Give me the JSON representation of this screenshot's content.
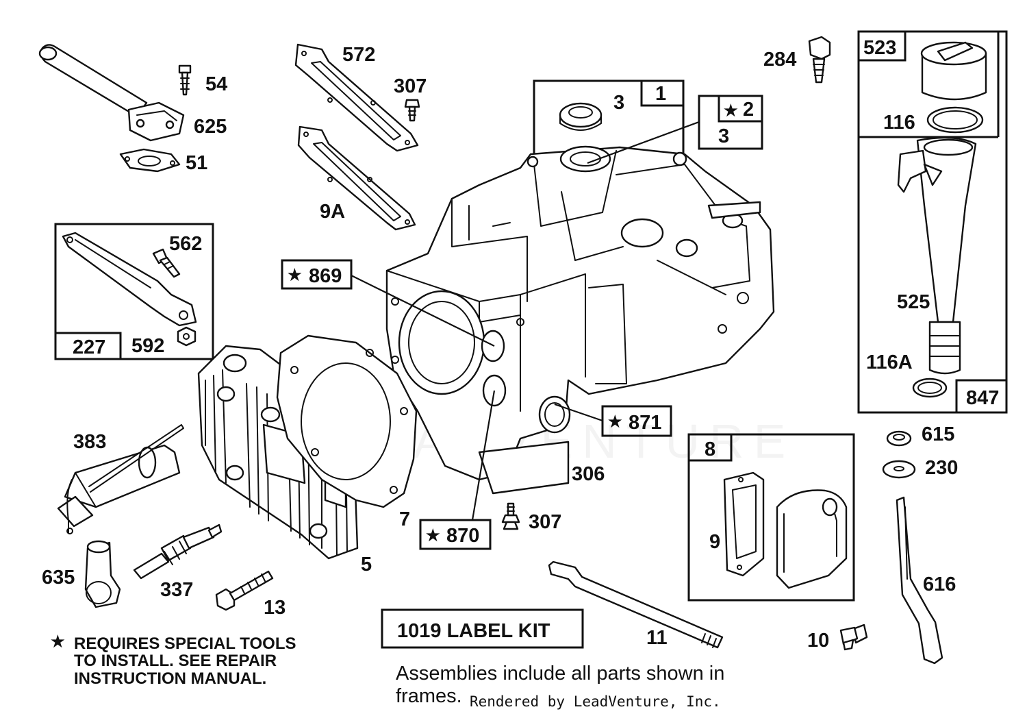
{
  "labels": {
    "p54": "54",
    "p625": "625",
    "p51": "51",
    "p572": "572",
    "p307a": "307",
    "p9a": "9A",
    "p284": "284",
    "p3a": "3",
    "p1": "1",
    "p2": "2",
    "p3b": "3",
    "p523": "523",
    "p116": "116",
    "p525": "525",
    "p116a": "116A",
    "p847": "847",
    "p562": "562",
    "p227": "227",
    "p592": "592",
    "p869": "869",
    "p871": "871",
    "p870": "870",
    "p383": "383",
    "p635": "635",
    "p337": "337",
    "p13": "13",
    "p5": "5",
    "p7": "7",
    "p306": "306",
    "p307b": "307",
    "p615": "615",
    "p230": "230",
    "p616": "616",
    "p8": "8",
    "p9": "9",
    "p11": "11",
    "p10": "10"
  },
  "star_symbol": "★",
  "label_kit": "1019 LABEL KIT",
  "note": {
    "line1": "REQUIRES SPECIAL TOOLS",
    "line2": "TO INSTALL.  SEE REPAIR",
    "line3": "INSTRUCTION MANUAL."
  },
  "assemblies": {
    "line1": "Assemblies include all parts shown in",
    "line2": "frames."
  },
  "rendered_by": "Rendered by LeadVenture, Inc.",
  "watermark": "LEADVENTURE"
}
